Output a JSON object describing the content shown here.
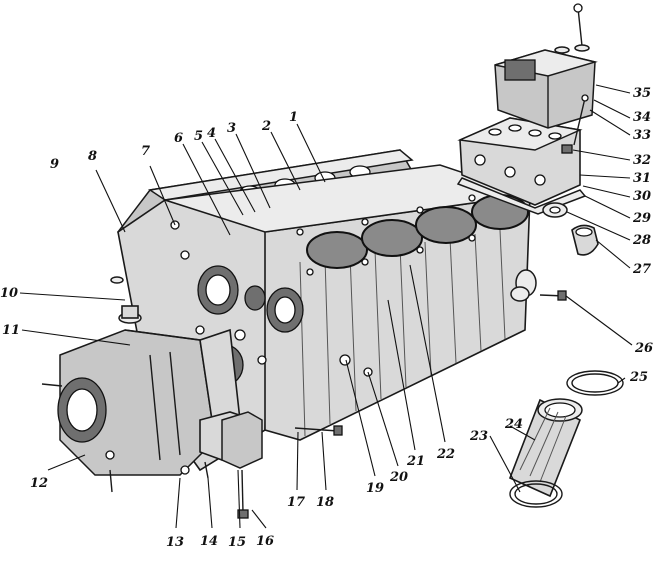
{
  "labels": {
    "l1": "1",
    "l2": "2",
    "l3": "3",
    "l4": "4",
    "l5": "5",
    "l6": "6",
    "l7": "7",
    "l8": "8",
    "l9": "9",
    "l10": "10",
    "l11": "11",
    "l12": "12",
    "l13": "13",
    "l14": "14",
    "l15": "15",
    "l16": "16",
    "l17": "17",
    "l18": "18",
    "l19": "19",
    "l20": "20",
    "l21": "21",
    "l22": "22",
    "l23": "23",
    "l24": "24",
    "l25": "25",
    "l26": "26",
    "l27": "27",
    "l28": "28",
    "l29": "29",
    "l30": "30",
    "l31": "31",
    "l32": "32",
    "l33": "33",
    "l34": "34",
    "l35": "35"
  }
}
